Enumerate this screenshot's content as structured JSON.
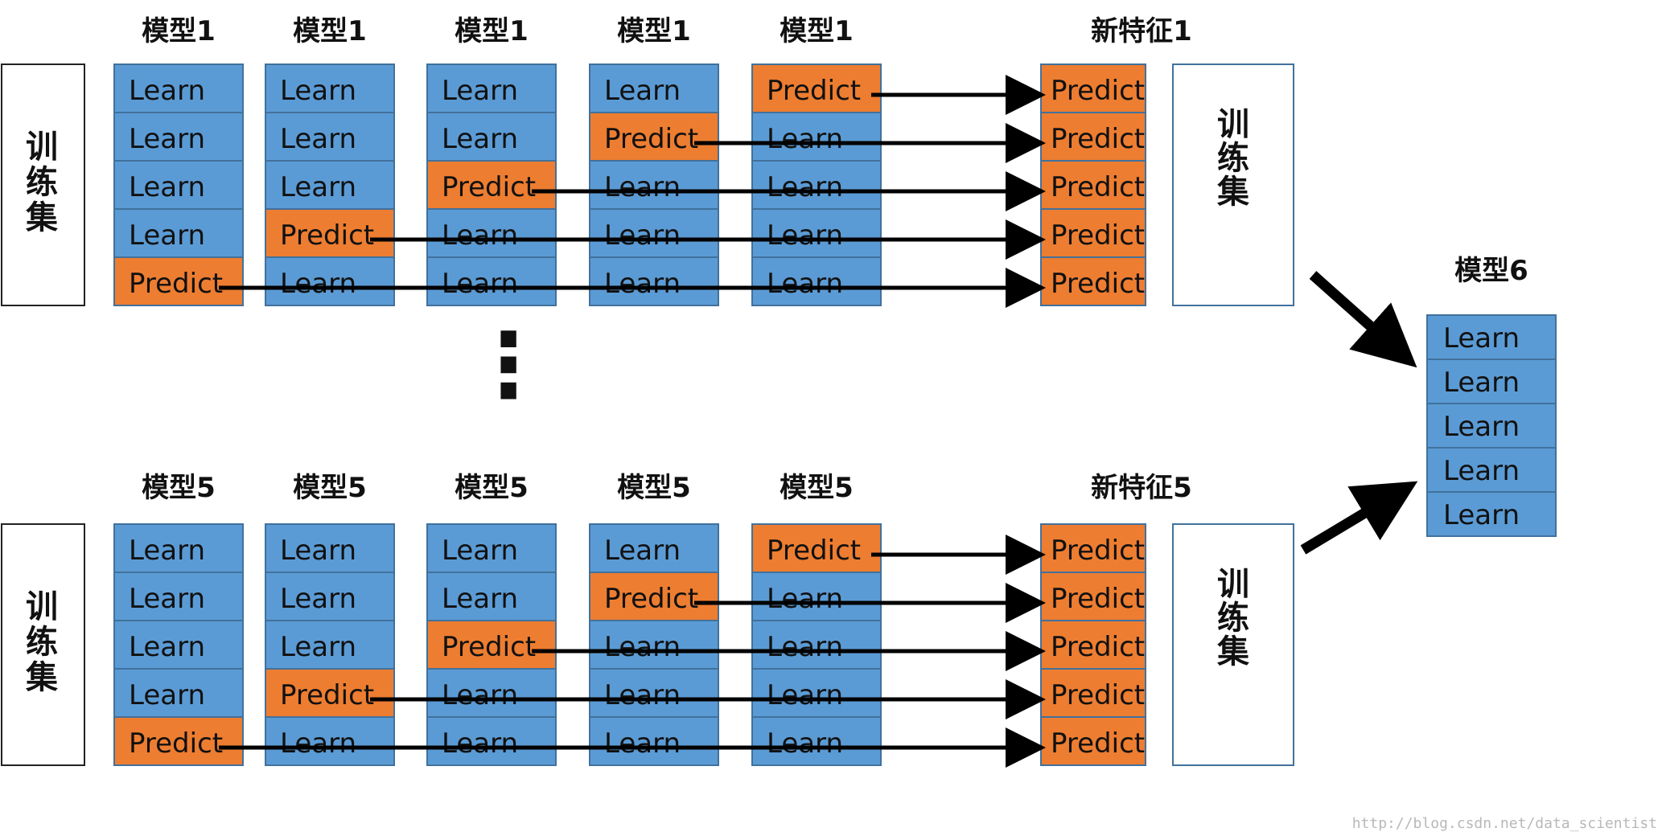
{
  "colors": {
    "learn": "#5b9bd5",
    "predict": "#ed7d31",
    "cell_border": "#41719c",
    "arrow": "#000000",
    "box_border": "#222222"
  },
  "blocks": [
    {
      "side_label": [
        "训",
        "练",
        "集"
      ],
      "model_headers": [
        "模型1",
        "模型1",
        "模型1",
        "模型1",
        "模型1"
      ],
      "feature_header": "新特征1",
      "feature_side_label": [
        "训",
        "练",
        "集"
      ],
      "columns": [
        [
          "Learn",
          "Learn",
          "Learn",
          "Learn",
          "Predict"
        ],
        [
          "Learn",
          "Learn",
          "Learn",
          "Predict",
          "Learn"
        ],
        [
          "Learn",
          "Learn",
          "Predict",
          "Learn",
          "Learn"
        ],
        [
          "Learn",
          "Predict",
          "Learn",
          "Learn",
          "Learn"
        ],
        [
          "Predict",
          "Learn",
          "Learn",
          "Learn",
          "Learn"
        ]
      ],
      "feature_cells": [
        "Predict",
        "Predict",
        "Predict",
        "Predict",
        "Predict"
      ]
    },
    {
      "side_label": [
        "训",
        "练",
        "集"
      ],
      "model_headers": [
        "模型5",
        "模型5",
        "模型5",
        "模型5",
        "模型5"
      ],
      "feature_header": "新特征5",
      "feature_side_label": [
        "训",
        "练",
        "集"
      ],
      "columns": [
        [
          "Learn",
          "Learn",
          "Learn",
          "Learn",
          "Predict"
        ],
        [
          "Learn",
          "Learn",
          "Learn",
          "Predict",
          "Learn"
        ],
        [
          "Learn",
          "Learn",
          "Predict",
          "Learn",
          "Learn"
        ],
        [
          "Learn",
          "Predict",
          "Learn",
          "Learn",
          "Learn"
        ],
        [
          "Predict",
          "Learn",
          "Learn",
          "Learn",
          "Learn"
        ]
      ],
      "feature_cells": [
        "Predict",
        "Predict",
        "Predict",
        "Predict",
        "Predict"
      ]
    }
  ],
  "ellipsis": "⋮",
  "final_model": {
    "header": "模型6",
    "cells": [
      "Learn",
      "Learn",
      "Learn",
      "Learn",
      "Learn"
    ]
  },
  "watermark": "http://blog.csdn.net/data_scientist"
}
